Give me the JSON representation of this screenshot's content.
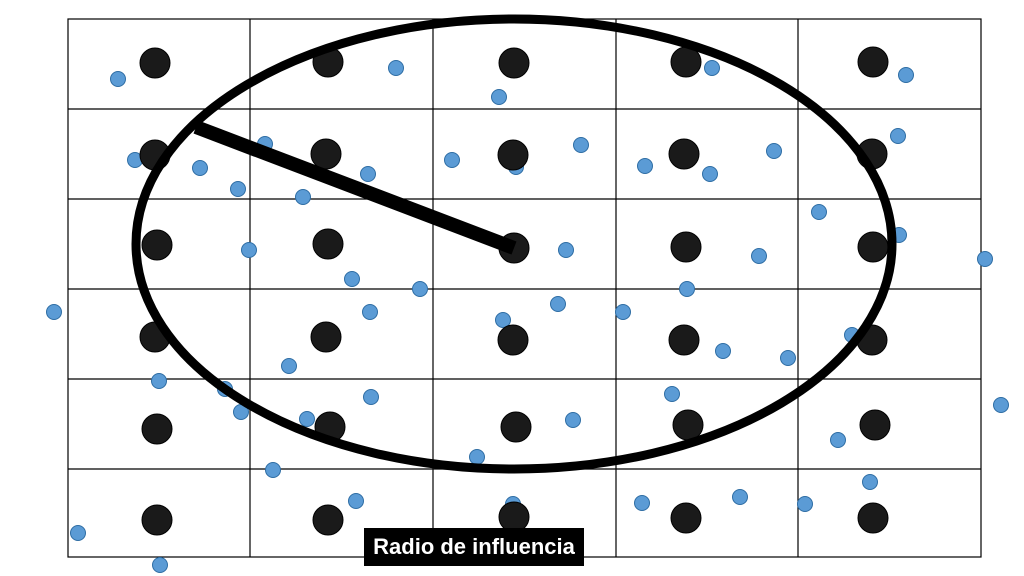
{
  "caption": "Radio de influencia",
  "colors": {
    "background": "#ffffff",
    "grid_line": "#000000",
    "station_fill": "#1a1a1a",
    "sample_fill": "#5b9bd5",
    "sample_stroke": "#2e6da4",
    "ellipse": "#000000",
    "caption_bg": "#000000",
    "caption_text": "#ffffff"
  },
  "grid": {
    "columns": 5,
    "rows": 6
  }
}
